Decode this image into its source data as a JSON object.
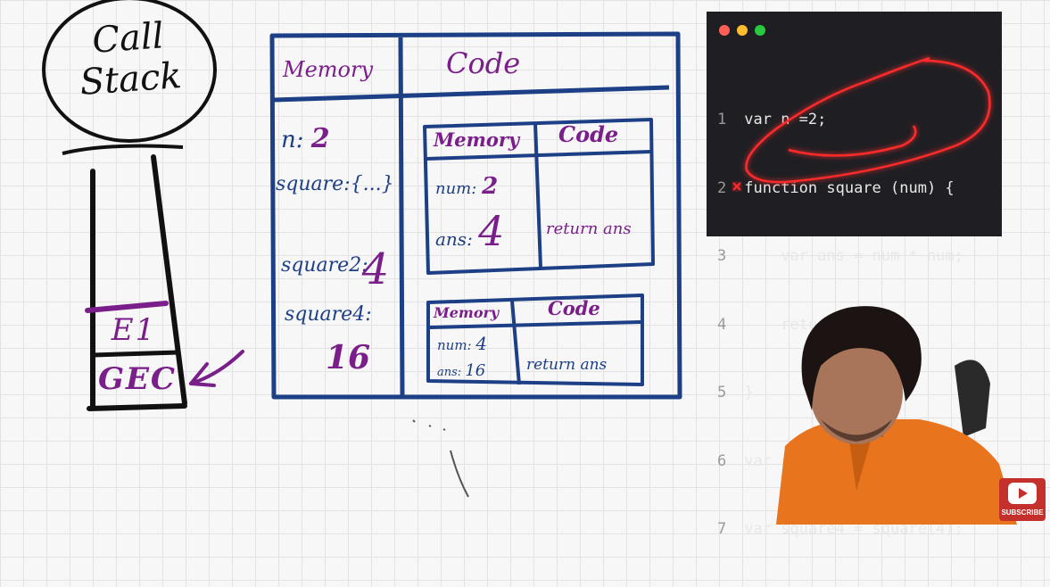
{
  "call_stack": {
    "title": "Call Stack",
    "frames": [
      "E1",
      "GEC"
    ]
  },
  "outer_context": {
    "memory_header": "Memory",
    "code_header": "Code",
    "memory_entries": [
      {
        "name": "n:",
        "value": "2"
      },
      {
        "name": "square:",
        "value": "{...}"
      },
      {
        "name": "square2:",
        "value": "4"
      },
      {
        "name": "square4:",
        "value": "16"
      }
    ]
  },
  "inner_context_1": {
    "memory_header": "Memory",
    "code_header": "Code",
    "memory_entries": [
      {
        "name": "num:",
        "value": "2"
      },
      {
        "name": "ans:",
        "value": "4"
      }
    ],
    "code": "return ans"
  },
  "inner_context_2": {
    "memory_header": "Memory",
    "code_header": "Code",
    "memory_entries": [
      {
        "name": "num:",
        "value": "4"
      },
      {
        "name": "ans:",
        "value": "16"
      }
    ],
    "code": "return ans"
  },
  "code_editor": {
    "lines": [
      {
        "n": "1",
        "text": "var n =2;"
      },
      {
        "n": "2",
        "text": "function square (num) {"
      },
      {
        "n": "3",
        "text": "    var ans = num * num;"
      },
      {
        "n": "4",
        "text": "    return ans;"
      },
      {
        "n": "5",
        "text": "}"
      },
      {
        "n": "6",
        "text": "var square2 = square(n);"
      },
      {
        "n": "7",
        "text": "var square4 = square(4);"
      }
    ]
  },
  "youtube": {
    "subscribe_label": "SUBSCRIBE"
  },
  "colors": {
    "ink_blue": "#1d3f86",
    "ink_purple": "#7a1f8a",
    "highlight_red": "#ff2a2a",
    "shirt_orange": "#e8741e"
  }
}
